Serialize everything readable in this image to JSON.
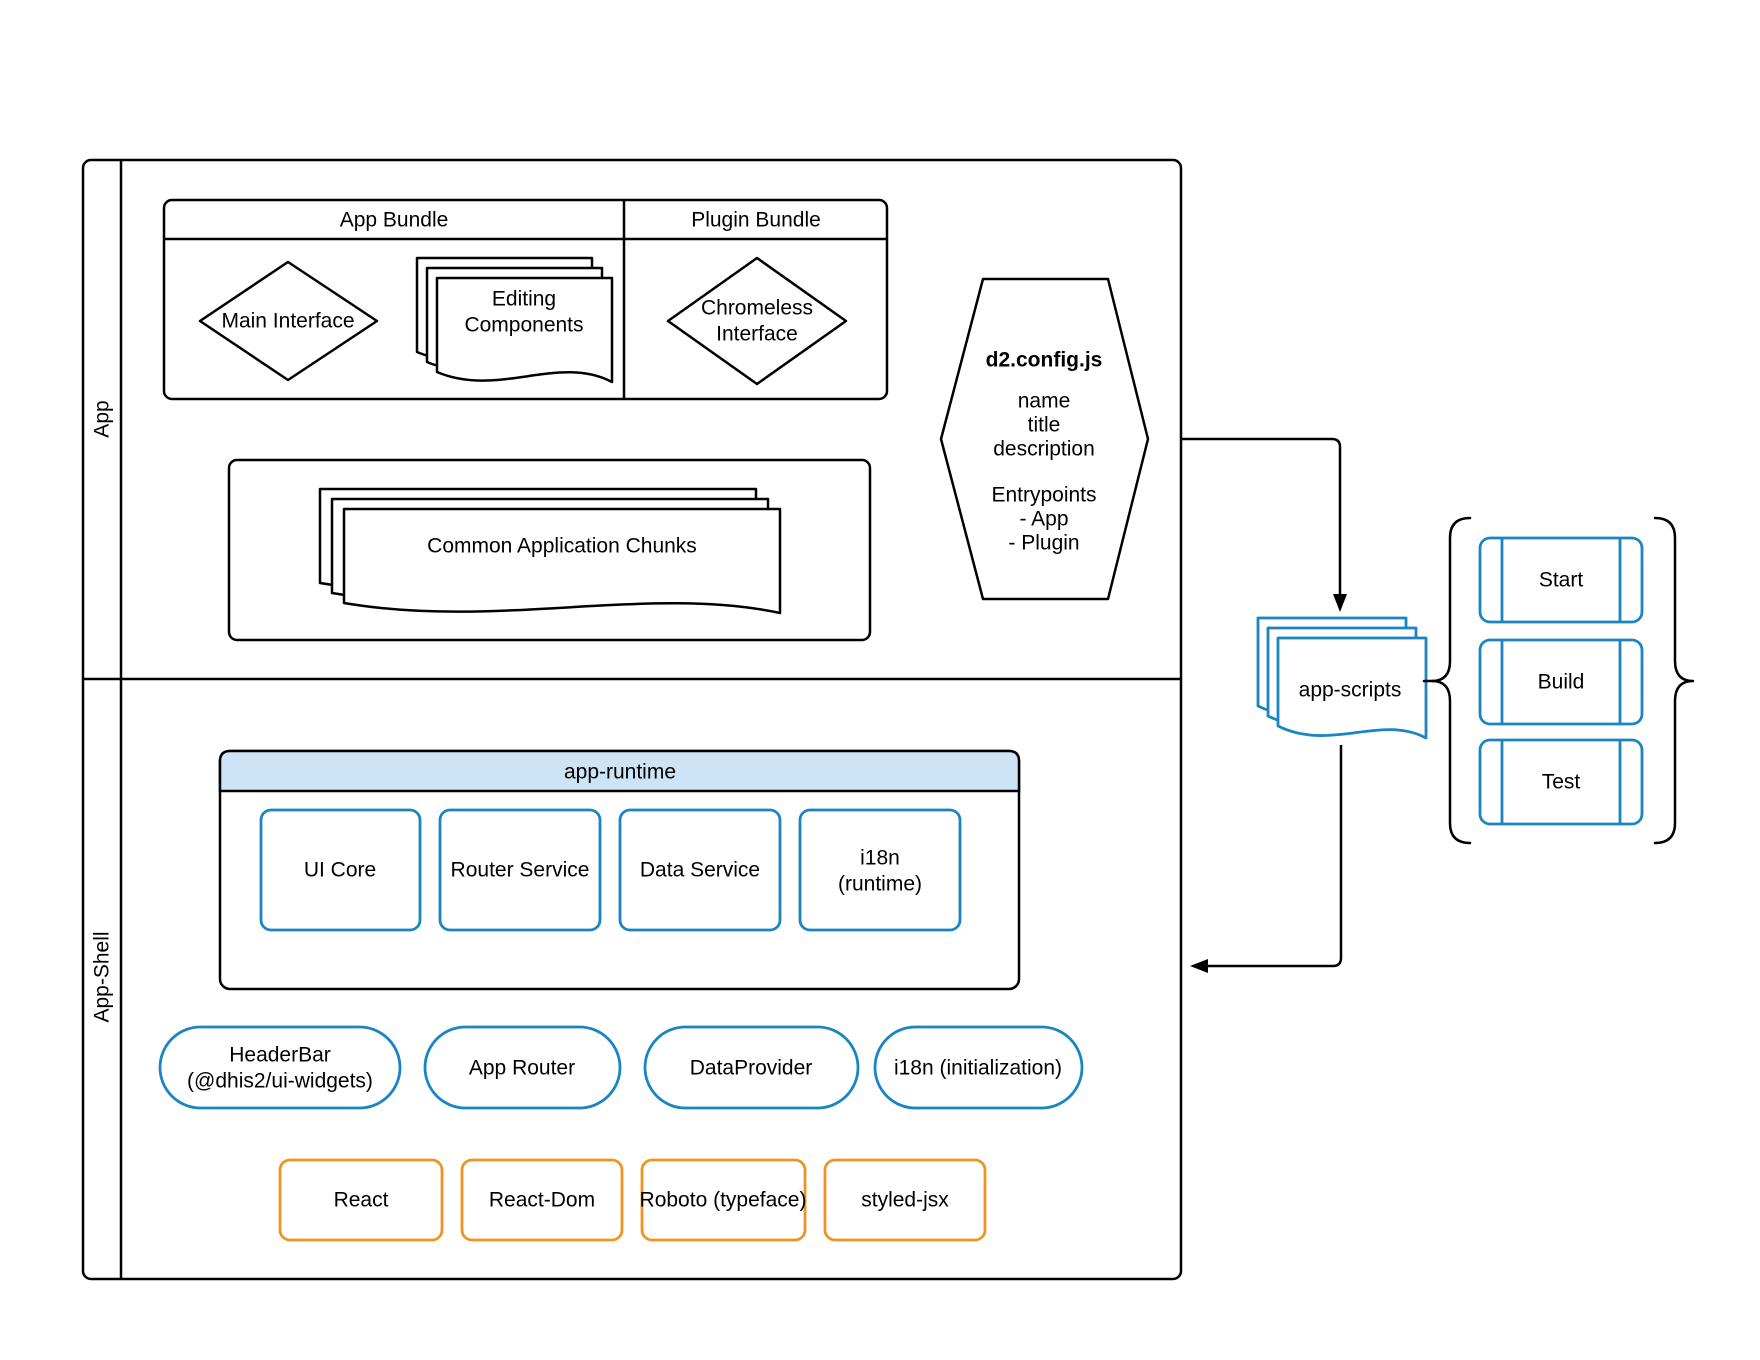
{
  "sidebar": {
    "app": "App",
    "app_shell": "App-Shell"
  },
  "bundle_table": {
    "app_header": "App Bundle",
    "plugin_header": "Plugin Bundle",
    "main_interface": "Main Interface",
    "editing": {
      "l1": "Editing",
      "l2": "Components"
    },
    "chromeless": {
      "l1": "Chromeless",
      "l2": "Interface"
    }
  },
  "chunks": {
    "label": "Common Application Chunks"
  },
  "d2_config": {
    "title": "d2.config.js",
    "l1": "name",
    "l2": "title",
    "l3": "description",
    "l4": "Entrypoints",
    "l5": "- App",
    "l6": "- Plugin"
  },
  "app_scripts": {
    "label": "app-scripts"
  },
  "scripts": {
    "start": "Start",
    "build": "Build",
    "test": "Test"
  },
  "runtime": {
    "header": "app-runtime",
    "ui_core": "UI Core",
    "router": "Router Service",
    "data": "Data Service",
    "i18n": {
      "l1": "i18n",
      "l2": "(runtime)"
    }
  },
  "providers": {
    "headerbar": {
      "l1": "HeaderBar",
      "l2": "(@dhis2/ui-widgets)"
    },
    "app_router": "App Router",
    "data_provider": "DataProvider",
    "i18n_init": "i18n (initialization)"
  },
  "deps": {
    "react": "React",
    "react_dom": "React-Dom",
    "roboto": "Roboto (typeface)",
    "styled_jsx": "styled-jsx"
  },
  "colors": {
    "stroke": "#000000",
    "blue": "#1b84c2",
    "blue_fill": "#cce4f6",
    "orange": "#ef9322",
    "background": "#ffffff"
  }
}
